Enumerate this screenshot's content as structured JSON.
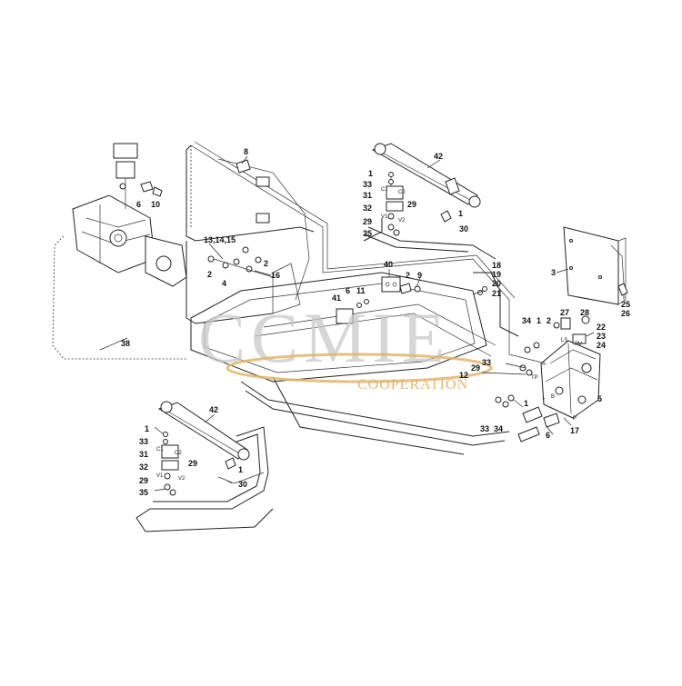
{
  "watermark": {
    "brand": "CCMIE",
    "tagline": "COOPERATION"
  },
  "callouts": {
    "c42_top": "42",
    "c8": "8",
    "c1_a": "1",
    "c33_a": "33",
    "c31_a": "31",
    "c32_a": "32",
    "c29_a": "29",
    "c29_b": "29",
    "c35_a": "35",
    "c1_b": "1",
    "c30_a": "30",
    "c6_a": "6",
    "c10": "10",
    "c13_14_15": "13,14,15",
    "c2_a": "2",
    "c2_b": "2",
    "c4": "4",
    "c16": "16",
    "c38": "38",
    "c40": "40",
    "c2_c": "2",
    "c9": "9",
    "c41": "41",
    "c6_b": "6",
    "c11": "11",
    "c18": "18",
    "c19": "19",
    "c20": "20",
    "c21": "21",
    "c3": "3",
    "c25": "25",
    "c26": "26",
    "c27": "27",
    "c28": "28",
    "c34_a": "34",
    "c1_c": "1",
    "c2_d": "2",
    "c22": "22",
    "c23": "23",
    "c24": "24",
    "c33_b": "33",
    "c29_c": "29",
    "c12": "12",
    "c5": "5",
    "c1_d": "1",
    "c33_c": "33",
    "c34_b": "34",
    "c6_c": "6",
    "c17": "17",
    "c42_bot": "42",
    "c1_e": "1",
    "c33_d": "33",
    "c31_b": "31",
    "c32_b": "32",
    "c29_d": "29",
    "c29_e": "29",
    "c35_b": "35",
    "c1_f": "1",
    "c30_b": "30"
  },
  "port_labels": {
    "c1": "C1",
    "c2": "C2",
    "v1": "V1",
    "v2": "V2",
    "ls": "LS",
    "pv": "PV",
    "a": "A",
    "b": "B",
    "t": "T",
    "p": "P",
    "tp": "TP",
    "c1_b": "C1",
    "c2_b": "C2",
    "v1_b": "V1",
    "v2_b": "V2"
  }
}
